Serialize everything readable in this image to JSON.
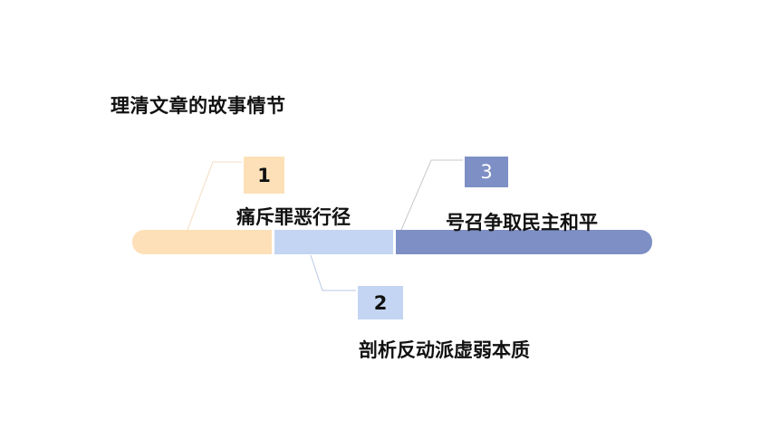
{
  "title": "理清文章的故事情节",
  "colors": {
    "peach": "#fde0b8",
    "light_blue": "#c3d5f2",
    "slate_blue": "#7d8fc4",
    "connector": "#c8c8c8"
  },
  "steps": [
    {
      "number": "1",
      "label": "痛斥罪恶行径",
      "color": "#fde0b8"
    },
    {
      "number": "2",
      "label": "剖析反动派虚弱本质",
      "color": "#c3d5f2"
    },
    {
      "number": "3",
      "label": "号召争取民主和平",
      "color": "#7d8fc4"
    }
  ]
}
